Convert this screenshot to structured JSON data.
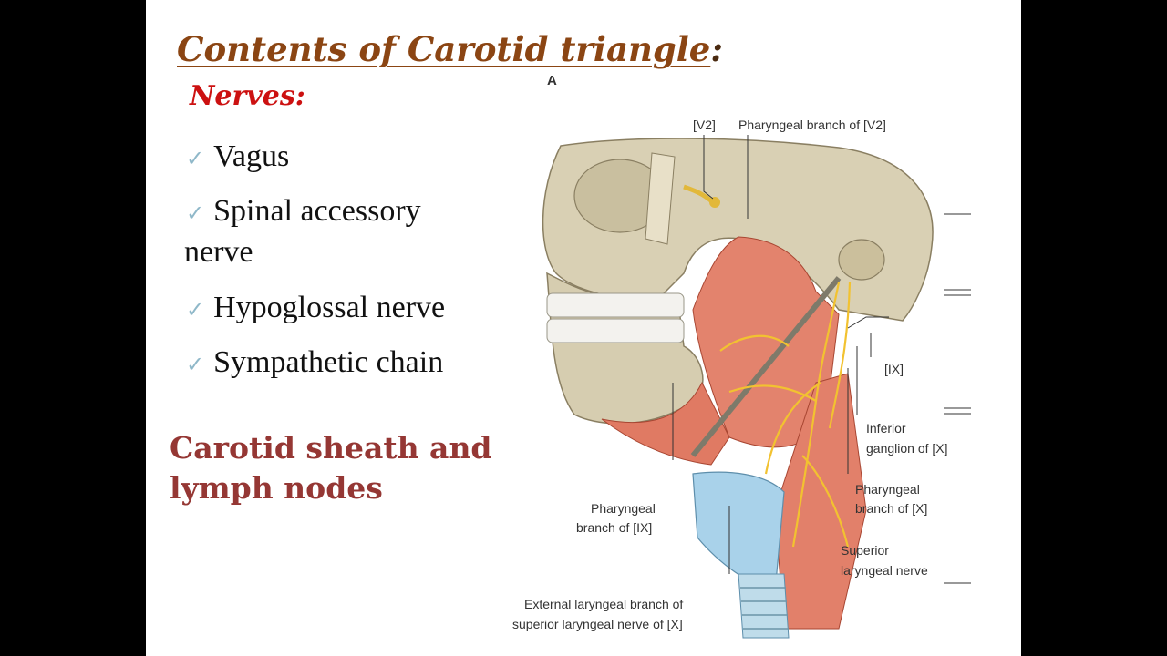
{
  "title": {
    "main": "Contents of Carotid triangle",
    "colon": ":"
  },
  "section_heading": "Nerves:",
  "bullets": [
    {
      "line1": "Vagus",
      "line2": ""
    },
    {
      "line1": "Spinal accessory",
      "line2": "nerve"
    },
    {
      "line1": "Hypoglossal nerve",
      "line2": ""
    },
    {
      "line1": "Sympathetic chain",
      "line2": ""
    }
  ],
  "check_symbol": "✓",
  "sheath_text": "Carotid sheath and lymph nodes",
  "figure": {
    "panel_letter": "A",
    "labels": {
      "v2": "[V2]",
      "pharyngeal_v2": "Pharyngeal branch of [V2]",
      "ix": "[IX]",
      "inferior_ganglion_1": "Inferior",
      "inferior_ganglion_2": "ganglion of [X]",
      "pharyngeal_x_1": "Pharyngeal",
      "pharyngeal_x_2": "branch of [X]",
      "pharyngeal_ix_1": "Pharyngeal",
      "pharyngeal_ix_2": "branch of [IX]",
      "superior_laryngeal_1": "Superior",
      "superior_laryngeal_2": "laryngeal nerve",
      "external_laryngeal_1": "External laryngeal branch of",
      "external_laryngeal_2": "superior laryngeal nerve of [X]"
    }
  },
  "colors": {
    "title": "#8b4513",
    "section": "#cc1111",
    "sheath": "#953734",
    "check": "#8fb8c9",
    "frame": "#000000"
  }
}
